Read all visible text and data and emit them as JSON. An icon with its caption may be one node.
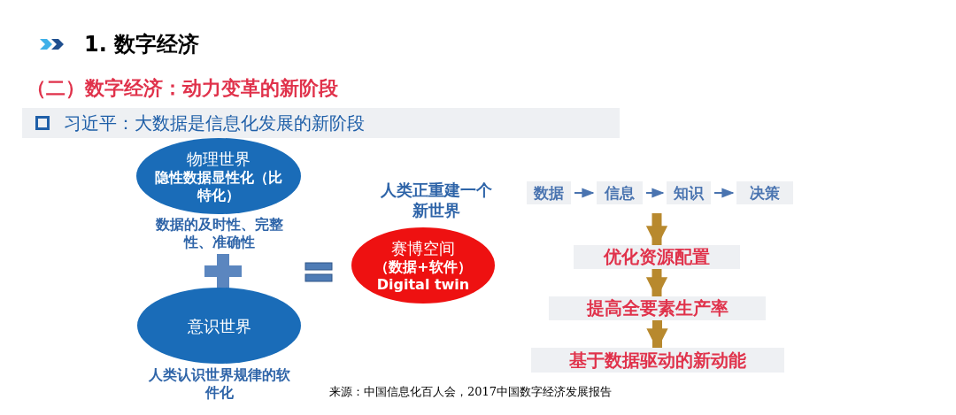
{
  "diagram": {
    "title": "1. 数字经济",
    "nodes": [
      {
        "text": [
          "物理世界",
          "隐性数据显性化（比特化）"
        ],
        "beside": [
          "数据的及时性、完整性、准确性"
        ]
      },
      {
        "text": [
          "意识世界"
        ],
        "beside": [
          "人类认识世界规律的软件化"
        ]
      },
      {
        "text": [
          "赛博空间",
          "（数据+软件）",
          "Digital twin"
        ],
        "beside": [
          "人类正重建一个新世界"
        ]
      },
      {
        "text": [
          "数据"
        ]
      },
      {
        "text": [
          "信息"
        ]
      },
      {
        "text": [
          "知识"
        ]
      },
      {
        "text": [
          "决策"
        ]
      },
      {
        "text": [
          "优化资源配置"
        ]
      },
      {
        "text": [
          "提高全要素生产率"
        ]
      },
      {
        "text": [
          "基于数据驱动的新动能"
        ]
      }
    ],
    "edges": [
      {
        "from": 3,
        "to": 4,
        "arrow": "to"
      },
      {
        "from": 4,
        "to": 5,
        "arrow": "to"
      },
      {
        "from": 5,
        "to": 6,
        "arrow": "to"
      },
      {
        "from": null,
        "to": 7,
        "arrow": "to",
        "style": "thick",
        "color": "#b8892e"
      },
      {
        "from": 7,
        "to": 8,
        "arrow": "to",
        "style": "thick",
        "color": "#b8892e"
      },
      {
        "from": 8,
        "to": 9,
        "arrow": "to",
        "style": "thick",
        "color": "#b8892e"
      }
    ],
    "labels": [
      "（二）数字经济：动力变革的新阶段",
      "习近平：大数据是信息化发展的新阶段"
    ],
    "caption": "来源：中国信息化百人会，2017中国数字经济发展报告"
  }
}
